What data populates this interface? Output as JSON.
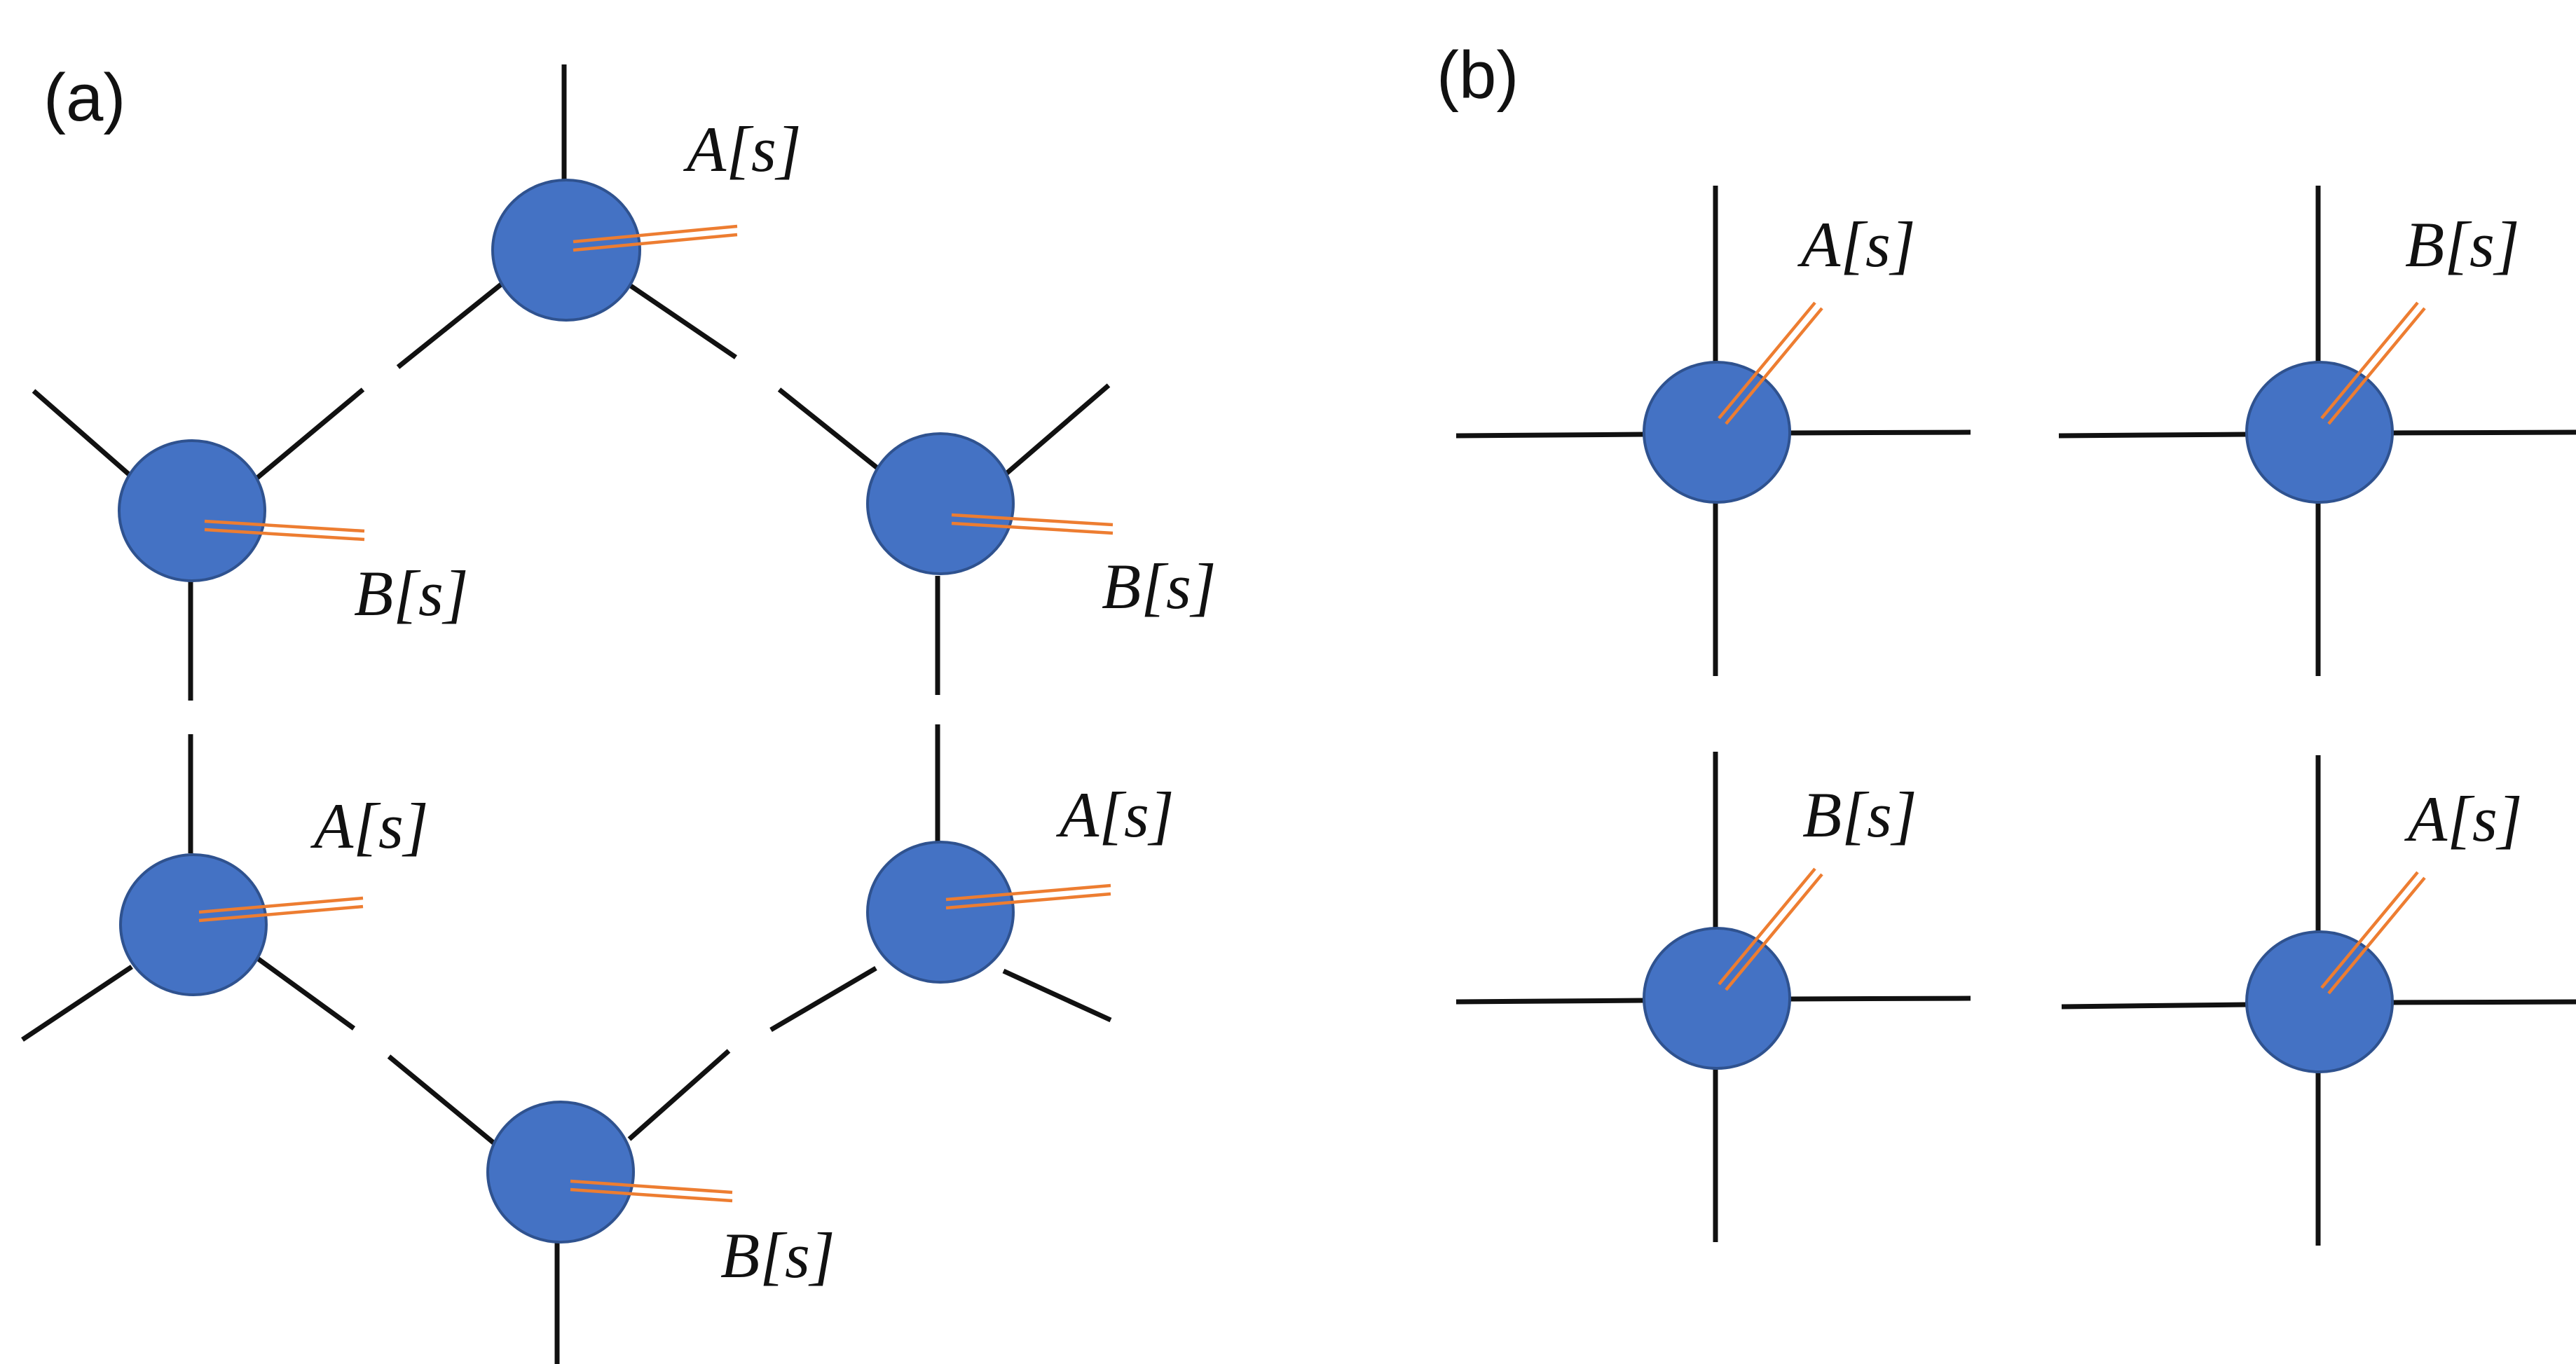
{
  "colors": {
    "node": "#4472c4",
    "node_outline": "#2f528f",
    "physical_leg": "#ed7d31",
    "bond": "#111111",
    "background": "#ffffff"
  },
  "icons": {
    "tensor": "filled-circle",
    "physical_index": "double-line"
  },
  "panel_a": {
    "label": "(a)",
    "sites": [
      {
        "name": "top",
        "label": "A[s]"
      },
      {
        "name": "upper-left",
        "label": "B[s]"
      },
      {
        "name": "upper-right",
        "label": "B[s]"
      },
      {
        "name": "lower-left",
        "label": "A[s]"
      },
      {
        "name": "lower-right",
        "label": "A[s]"
      },
      {
        "name": "bottom",
        "label": "B[s]"
      }
    ]
  },
  "panel_b": {
    "label": "(b)",
    "sites": [
      {
        "name": "top-left",
        "label": "A[s]"
      },
      {
        "name": "top-right",
        "label": "B[s]"
      },
      {
        "name": "bottom-left",
        "label": "B[s]"
      },
      {
        "name": "bottom-right",
        "label": "A[s]"
      }
    ]
  }
}
